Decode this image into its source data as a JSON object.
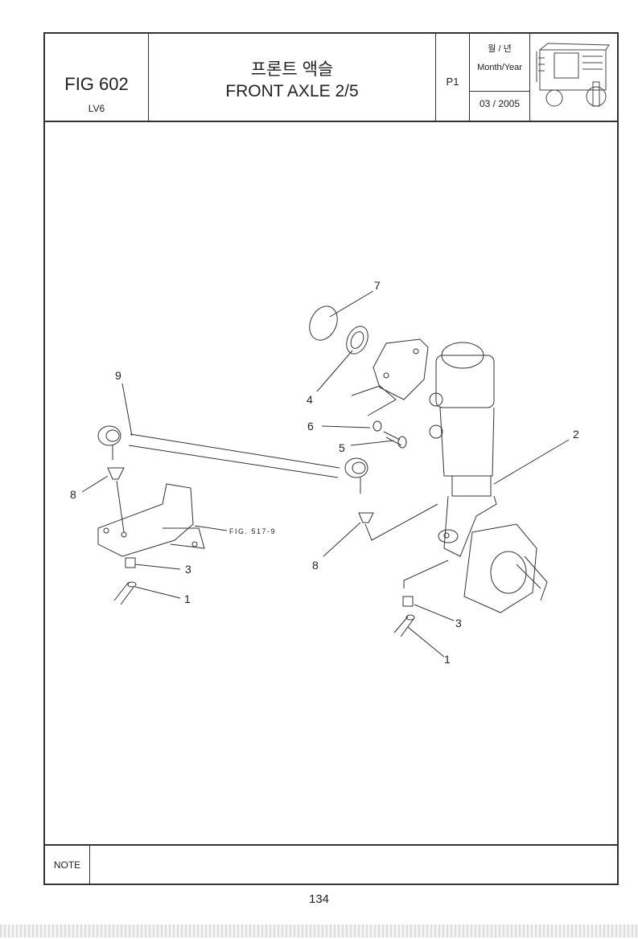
{
  "header": {
    "fig_number": "FIG 602",
    "model": "LV6",
    "title_korean": "프론트 액슬",
    "title_english": "FRONT AXLE 2/5",
    "page_code": "P1",
    "date_label_korean": "월 / 년",
    "date_label_english": "Month/Year",
    "date_value": "03 / 2005",
    "thumbnail_icon": "tractor-thumbnail-icon"
  },
  "diagram": {
    "callouts": [
      "7",
      "4",
      "9",
      "6",
      "5",
      "2",
      "8",
      "8",
      "3",
      "1",
      "3",
      "1"
    ],
    "reference": "FIG. 517-9"
  },
  "note_label": "NOTE",
  "page_number": "134"
}
